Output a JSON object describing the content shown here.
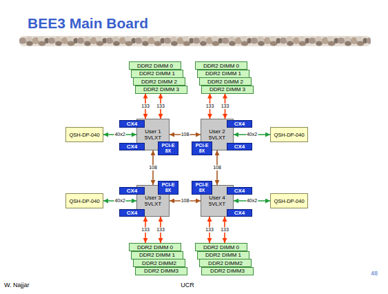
{
  "diagram": {
    "title": "BEE3 Main Board",
    "nodes": [
      {
        "text": [
          "DDR2 DIMM 0"
        ]
      },
      {
        "text": [
          "DDR2 DIMM 1"
        ]
      },
      {
        "text": [
          "DDR2 DIMM 2"
        ]
      },
      {
        "text": [
          "DDR2 DIMM 3"
        ]
      },
      {
        "text": [
          "DDR2 DIMM 0"
        ]
      },
      {
        "text": [
          "DDR2 DIMM 1"
        ]
      },
      {
        "text": [
          "DDR2 DIMM 2"
        ]
      },
      {
        "text": [
          "DDR2 DIMM 3"
        ]
      },
      {
        "text": [
          "QSH-DP-040"
        ]
      },
      {
        "text": [
          "CX4"
        ]
      },
      {
        "text": [
          "CX4"
        ]
      },
      {
        "text": [
          "User 1 5VLXT"
        ]
      },
      {
        "text": [
          "PCI-E 8X"
        ]
      },
      {
        "text": [
          "User 2 5VLXT"
        ]
      },
      {
        "text": [
          "PCI-E 8X"
        ]
      },
      {
        "text": [
          "CX4"
        ]
      },
      {
        "text": [
          "CX4"
        ]
      },
      {
        "text": [
          "QSH-DP-040"
        ]
      },
      {
        "text": [
          "QSH-DP-040"
        ]
      },
      {
        "text": [
          "CX4"
        ]
      },
      {
        "text": [
          "CX4"
        ]
      },
      {
        "text": [
          "User 3 5VLXT"
        ]
      },
      {
        "text": [
          "PCI-E 8X"
        ]
      },
      {
        "text": [
          "User 4 5VLXT"
        ]
      },
      {
        "text": [
          "PCI-E 8X"
        ]
      },
      {
        "text": [
          "CX4"
        ]
      },
      {
        "text": [
          "CX4"
        ]
      },
      {
        "text": [
          "QSH-DP-040"
        ]
      },
      {
        "text": [
          "DDR2 DIMM 0"
        ]
      },
      {
        "text": [
          "DDR2 DIMM 1"
        ]
      },
      {
        "text": [
          "DDR2 DIMM2"
        ]
      },
      {
        "text": [
          "DDR2 DIMM3"
        ]
      },
      {
        "text": [
          "DDR2 DIMM 0"
        ]
      },
      {
        "text": [
          "DDR2 DIMM 1"
        ]
      },
      {
        "text": [
          "DDR2 DIMM2"
        ]
      },
      {
        "text": [
          "DDR2 DIMM3"
        ]
      }
    ],
    "edges": [
      {
        "from": 3,
        "to": 11,
        "label": "133",
        "arrow": "both"
      },
      {
        "from": 3,
        "to": 11,
        "label": "133",
        "arrow": "both"
      },
      {
        "from": 7,
        "to": 13,
        "label": "133",
        "arrow": "both"
      },
      {
        "from": 7,
        "to": 13,
        "label": "133",
        "arrow": "both"
      },
      {
        "from": 8,
        "to": 11,
        "label": "40x2",
        "arrow": "both"
      },
      {
        "from": 11,
        "to": 13,
        "label": "108",
        "arrow": "both"
      },
      {
        "from": 13,
        "to": 17,
        "label": "40x2",
        "arrow": "both"
      },
      {
        "from": 11,
        "to": 21,
        "label": "108",
        "arrow": "both"
      },
      {
        "from": 13,
        "to": 23,
        "label": "108",
        "arrow": "both"
      },
      {
        "from": 18,
        "to": 21,
        "label": "40x2",
        "arrow": "both"
      },
      {
        "from": 21,
        "to": 23,
        "label": "108",
        "arrow": "both"
      },
      {
        "from": 23,
        "to": 27,
        "label": "40x2",
        "arrow": "both"
      },
      {
        "from": 21,
        "to": 28,
        "label": "133",
        "arrow": "both"
      },
      {
        "from": 21,
        "to": 28,
        "label": "133",
        "arrow": "both"
      },
      {
        "from": 23,
        "to": 32,
        "label": "133",
        "arrow": "both"
      },
      {
        "from": 23,
        "to": 32,
        "label": "133",
        "arrow": "both"
      }
    ],
    "labels": [
      "W. Najjar",
      "UCR",
      "48"
    ]
  }
}
